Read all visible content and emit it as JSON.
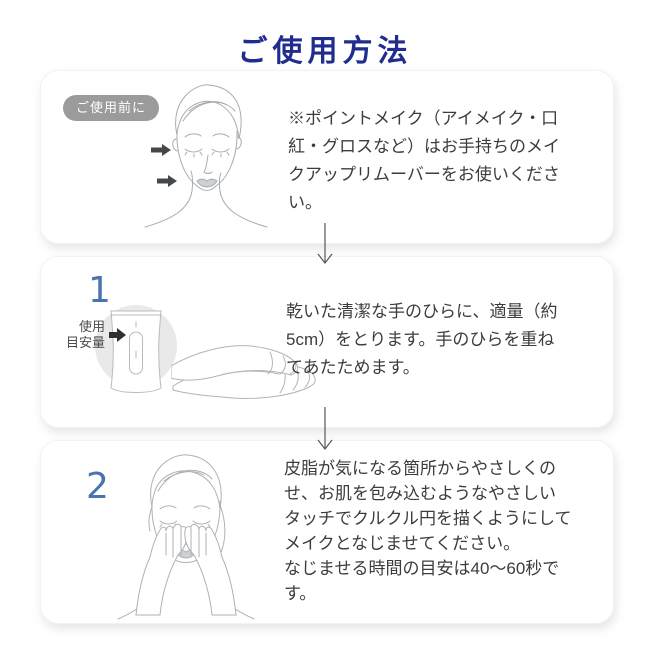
{
  "page_title": "ご使用方法",
  "colors": {
    "title_blue": "#212c8f",
    "step_number_blue": "#4a74ad",
    "badge_gray": "#9b9b9b",
    "body_text": "#3c3c3c",
    "line_art_gray": "#a7adb0",
    "circle_gray": "#e9e9e9"
  },
  "icons": {
    "flow_arrow": "down-arrow",
    "usage_arrow": "right-arrow",
    "face_pointer_arrows": "right-arrow"
  },
  "sections": [
    {
      "id": "before-use",
      "badge_label": "ご使用前に",
      "illustration": "face-with-arrows",
      "body": "※ポイントメイク（アイメイク・口\n紅・グロスなど）はお手持ちのメイ\nクアップリムーバーをお使いくださ\nい。"
    },
    {
      "id": "step-1",
      "step_number": "1",
      "usage_label": "使用\n目安量",
      "illustration": "tube-and-hands",
      "body": "乾いた清潔な手のひらに、適量（約\n5cm）をとります。手のひらを重ね\nてあたためます。"
    },
    {
      "id": "step-2",
      "step_number": "2",
      "illustration": "face-with-hands",
      "body": "皮脂が気になる箇所からやさしくの\nせ、お肌を包み込むようなやさしい\nタッチでクルクル円を描くようにして\nメイクとなじませてください。\nなじませる時間の目安は40〜60秒で\nす。"
    }
  ]
}
